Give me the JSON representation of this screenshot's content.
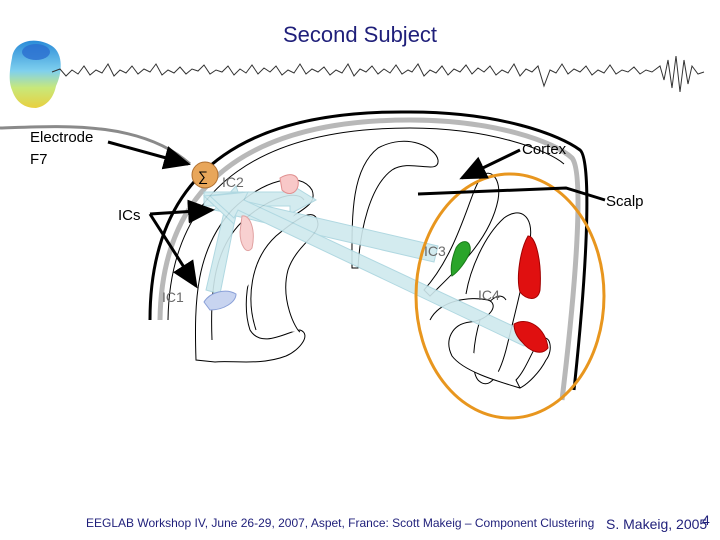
{
  "title": "Second Subject",
  "labels": {
    "electrode_line1": "Electrode",
    "electrode_line2": "F7",
    "cortex": "Cortex",
    "scalp": "Scalp",
    "ics": "ICs",
    "sum_symbol": "∑",
    "ic1": "IC1",
    "ic2": "IC2",
    "ic3": "IC3",
    "ic4": "IC4"
  },
  "footer": {
    "workshop": "EEGLAB Workshop IV, June 26-29, 2007, Aspet, France: Scott Makeig – Component Clustering",
    "credit": "S. Makeig, 2005",
    "page": "4"
  },
  "colors": {
    "title": "#1f1f7a",
    "highlight_ring": "#e8961e",
    "electrode": "#e8a65a",
    "projection_arrows": "#cfe9ee",
    "ic3_source": "#2aa52a",
    "ic4_source": "#e01010",
    "ic1_source": "#c8d4f0",
    "ic2_source": "#f8c8c8"
  }
}
